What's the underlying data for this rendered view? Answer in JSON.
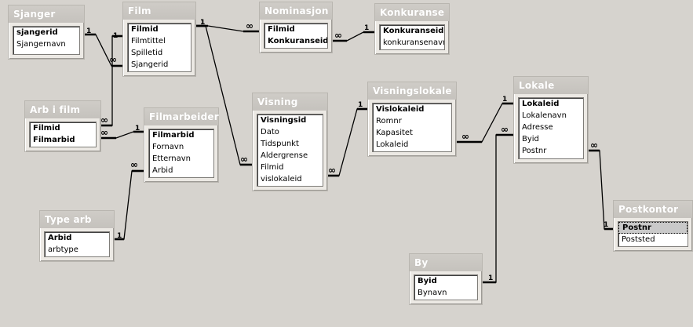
{
  "tables": [
    {
      "id": "sjanger",
      "title": "Sjanger",
      "fields": [
        {
          "name": "sjangerid",
          "key": true
        },
        {
          "name": "Sjangernavn"
        }
      ]
    },
    {
      "id": "film",
      "title": "Film",
      "fields": [
        {
          "name": "Filmid",
          "key": true
        },
        {
          "name": "Filmtittel"
        },
        {
          "name": "Spilletid"
        },
        {
          "name": "Sjangerid"
        }
      ]
    },
    {
      "id": "nominasjon",
      "title": "Nominasjon",
      "fields": [
        {
          "name": "Filmid",
          "key": true
        },
        {
          "name": "Konkuranseid",
          "key": true
        }
      ]
    },
    {
      "id": "konkuranse",
      "title": "Konkuranse",
      "fields": [
        {
          "name": "Konkuranseid",
          "key": true
        },
        {
          "name": "konkuransenavn"
        }
      ]
    },
    {
      "id": "arbifilm",
      "title": "Arb i film",
      "fields": [
        {
          "name": "Filmid",
          "key": true
        },
        {
          "name": "Filmarbid",
          "key": true
        }
      ]
    },
    {
      "id": "filmarbeider",
      "title": "Filmarbeider",
      "fields": [
        {
          "name": "Filmarbid",
          "key": true
        },
        {
          "name": "Fornavn"
        },
        {
          "name": "Etternavn"
        },
        {
          "name": "Arbid"
        }
      ]
    },
    {
      "id": "visning",
      "title": "Visning",
      "fields": [
        {
          "name": "Visningsid",
          "key": true
        },
        {
          "name": "Dato"
        },
        {
          "name": "Tidspunkt"
        },
        {
          "name": "Aldergrense"
        },
        {
          "name": "Filmid"
        },
        {
          "name": "vislokaleid"
        }
      ]
    },
    {
      "id": "visningslokale",
      "title": "Visningslokale",
      "fields": [
        {
          "name": "Vislokaleid",
          "key": true
        },
        {
          "name": "Romnr"
        },
        {
          "name": "Kapasitet"
        },
        {
          "name": "Lokaleid"
        }
      ]
    },
    {
      "id": "lokale",
      "title": "Lokale",
      "fields": [
        {
          "name": "Lokaleid",
          "key": true
        },
        {
          "name": "Lokalenavn"
        },
        {
          "name": "Adresse"
        },
        {
          "name": "Byid"
        },
        {
          "name": "Postnr"
        }
      ]
    },
    {
      "id": "typearb",
      "title": "Type arb",
      "fields": [
        {
          "name": "Arbid",
          "key": true
        },
        {
          "name": "arbtype"
        }
      ]
    },
    {
      "id": "by",
      "title": "By",
      "fields": [
        {
          "name": "Byid",
          "key": true
        },
        {
          "name": "Bynavn"
        }
      ]
    },
    {
      "id": "postkontor",
      "title": "Postkontor",
      "fields": [
        {
          "name": "Postnr",
          "key": true,
          "selected": true
        },
        {
          "name": "Poststed"
        }
      ]
    }
  ],
  "relationships": [
    {
      "from": "sjanger",
      "to": "film",
      "from_card": "1",
      "to_card": "∞"
    },
    {
      "from": "film",
      "to": "nominasjon",
      "from_card": "1",
      "to_card": "∞"
    },
    {
      "from": "konkuranse",
      "to": "nominasjon",
      "from_card": "1",
      "to_card": "∞"
    },
    {
      "from": "film",
      "to": "arbifilm",
      "from_card": "1",
      "to_card": "∞"
    },
    {
      "from": "filmarbeider",
      "to": "arbifilm",
      "from_card": "1",
      "to_card": "∞"
    },
    {
      "from": "typearb",
      "to": "filmarbeider",
      "from_card": "1",
      "to_card": "∞"
    },
    {
      "from": "film",
      "to": "visning",
      "from_card": "1",
      "to_card": "∞"
    },
    {
      "from": "visningslokale",
      "to": "visning",
      "from_card": "1",
      "to_card": "∞"
    },
    {
      "from": "lokale",
      "to": "visningslokale",
      "from_card": "1",
      "to_card": "∞"
    },
    {
      "from": "by",
      "to": "lokale",
      "from_card": "1",
      "to_card": "∞"
    },
    {
      "from": "postkontor",
      "to": "lokale",
      "from_card": "1",
      "to_card": "∞"
    }
  ],
  "colors": {
    "background": "#d6d3ce",
    "title_text": "#ffffff",
    "line": "#000000",
    "selected_field": "#c9c9c9"
  }
}
